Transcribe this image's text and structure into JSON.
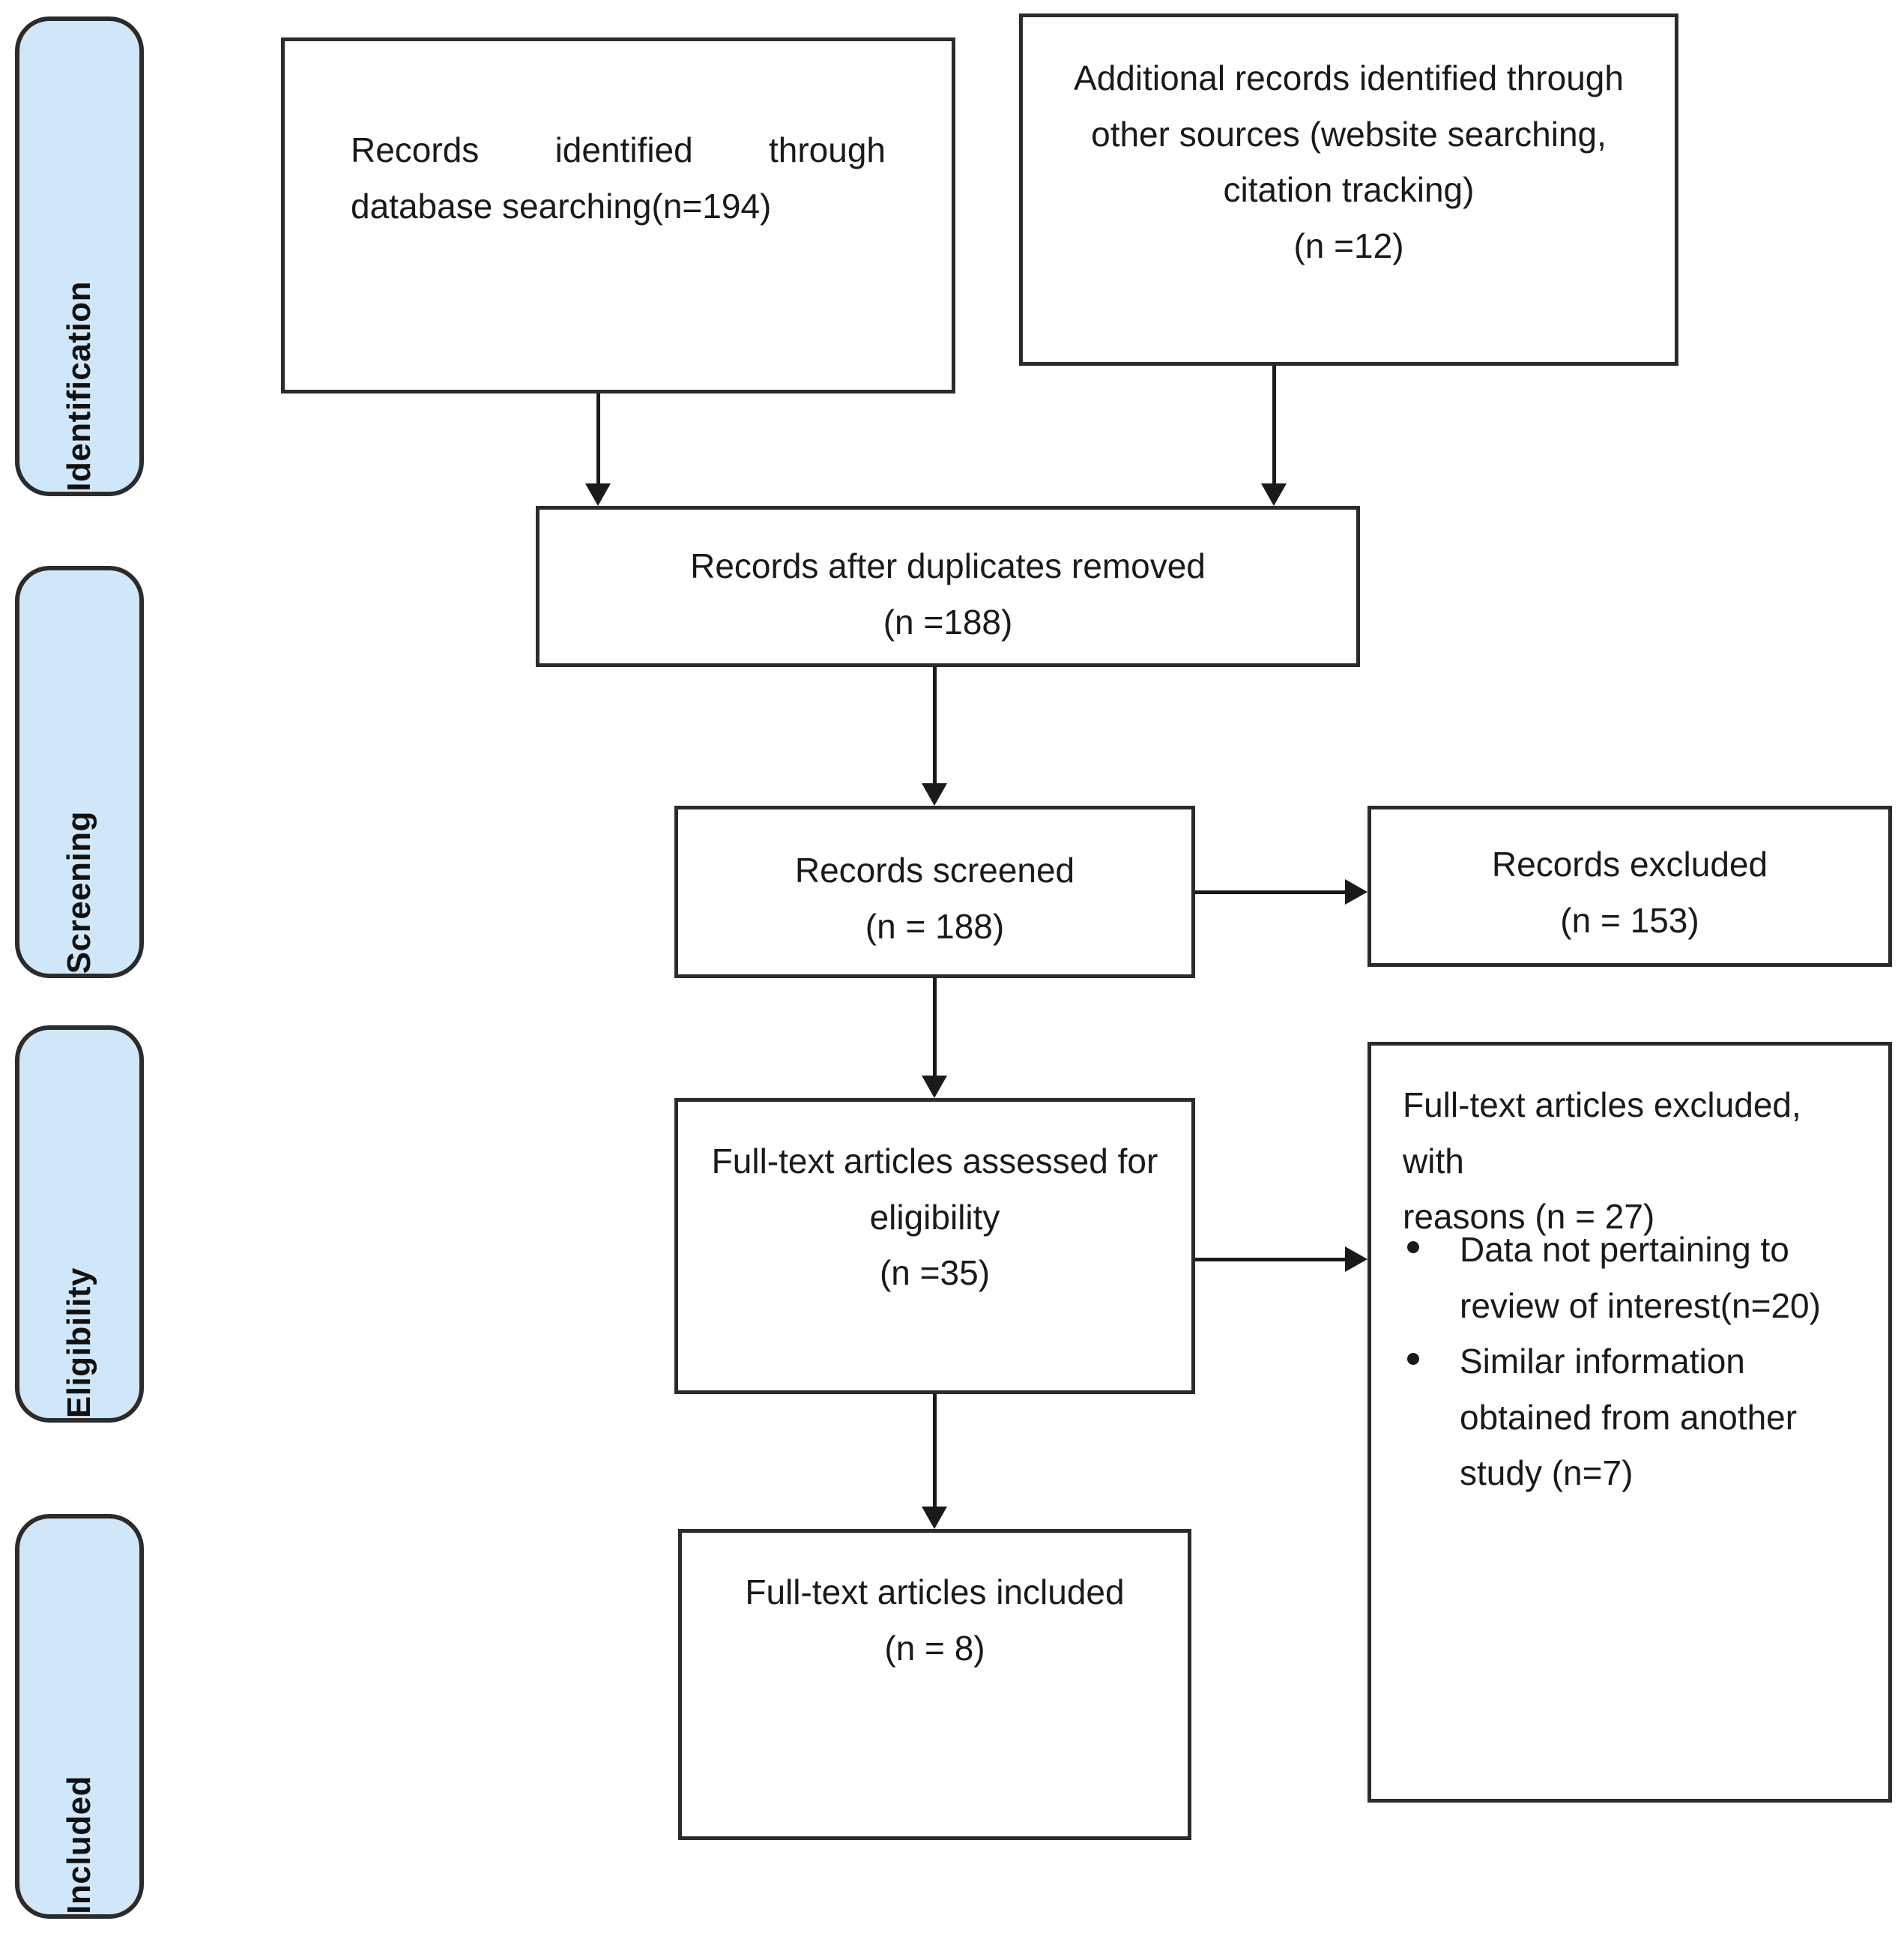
{
  "diagram": {
    "type": "prisma-flow-diagram",
    "stages": [
      {
        "id": "identification",
        "label": "Identification"
      },
      {
        "id": "screening",
        "label": "Screening"
      },
      {
        "id": "eligibility",
        "label": "Eligibility"
      },
      {
        "id": "included",
        "label": "Included"
      }
    ],
    "colors": {
      "stage_fill": "#cfe7f9",
      "stage_border": "#2b2b2b",
      "box_border": "#2b2b2b",
      "box_fill": "#ffffff",
      "text": "#1a1a1a",
      "connector": "#1a1a1a"
    },
    "boxes": {
      "database_search": {
        "line1": "Records identified through",
        "line2": "database searching(n=194)",
        "count": 194
      },
      "other_sources": {
        "line1": "Additional records identified through",
        "line2": "other sources (website searching,",
        "line3": "citation tracking)",
        "line4": "(n =12)",
        "count": 12
      },
      "duplicates_removed": {
        "line1": "Records after duplicates removed",
        "line2": "(n =188)",
        "count": 188
      },
      "records_screened": {
        "line1": "Records screened",
        "line2": "(n = 188)",
        "count": 188
      },
      "records_excluded": {
        "line1": "Records excluded",
        "line2": "(n = 153)",
        "count": 153
      },
      "fulltext_assessed": {
        "line1": "Full-text articles assessed for",
        "line2": "eligibility",
        "line3": "(n =35)",
        "count": 35
      },
      "fulltext_excluded": {
        "line1": "Full-text articles excluded, with",
        "line2": "reasons (n = 27)",
        "count": 27,
        "reasons": [
          "Data not pertaining to review of interest(n=20)",
          "Similar information obtained from another study (n=7)"
        ]
      },
      "fulltext_included": {
        "line1": "Full-text articles included",
        "line2": "(n = 8)",
        "count": 8
      }
    }
  }
}
